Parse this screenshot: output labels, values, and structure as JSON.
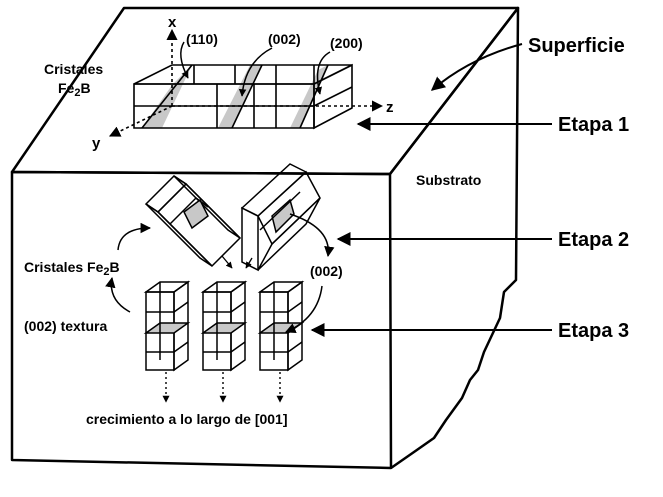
{
  "labels": {
    "superficie": "Superficie",
    "etapa1": "Etapa 1",
    "etapa2": "Etapa 2",
    "etapa3": "Etapa 3",
    "substrato": "Substrato",
    "cristales_top_line1": "Cristales",
    "cristales_top_line2_main": "Fe",
    "cristales_top_line2_sub": "2",
    "cristales_top_line2_end": "B",
    "cristales_mid_main": "Cristales Fe",
    "cristales_mid_sub": "2",
    "cristales_mid_end": "B",
    "textura": "(002) textura",
    "plane_002_mid": "(002)",
    "crecimiento": "crecimiento a lo largo de [001]"
  },
  "axes": {
    "x": "x",
    "y": "y",
    "z": "z"
  },
  "planes": {
    "p110": "(110)",
    "p002": "(002)",
    "p200": "(200)"
  },
  "colors": {
    "line": "#000000",
    "shade": "#c8c8c8",
    "background": "#ffffff"
  }
}
